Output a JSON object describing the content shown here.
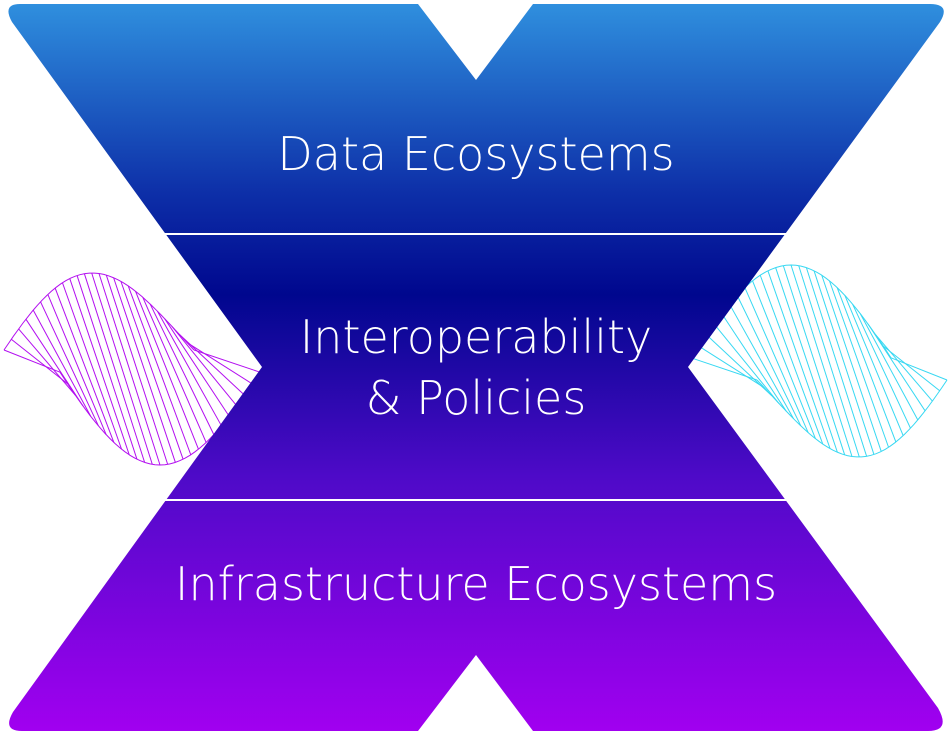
{
  "diagram": {
    "sections": [
      {
        "id": "top",
        "label_lines": [
          "Data Ecosystems"
        ]
      },
      {
        "id": "middle",
        "label_lines": [
          "Interoperability",
          "& Policies"
        ]
      },
      {
        "id": "bottom",
        "label_lines": [
          "Infrastructure Ecosystems"
        ]
      }
    ],
    "colors": {
      "gradient_top": "#2f8fde",
      "gradient_upper_mid": "#0d2fa8",
      "gradient_mid": "#00078e",
      "gradient_lower_mid": "#4e0ac8",
      "gradient_bottom": "#a100f0",
      "divider": "#ffffff",
      "left_wave": "#b30ff0",
      "right_wave": "#38d8f2",
      "label_text": "#ffffff"
    }
  }
}
